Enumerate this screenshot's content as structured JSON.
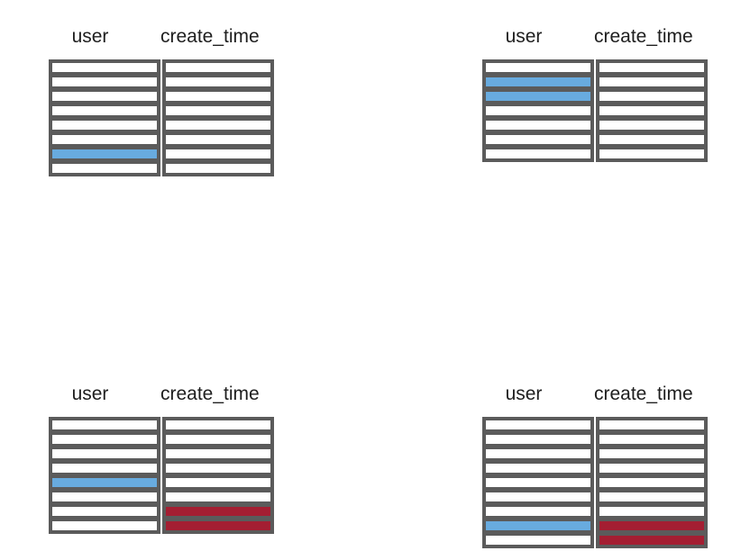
{
  "colors": {
    "background": "#ffffff",
    "frame": "#5b5b5b",
    "row_fill": "#ffffff",
    "highlight_blue": "#68abdf",
    "highlight_red": "#a41e32",
    "heading_text": "#1e1e1e"
  },
  "diagrams": [
    {
      "name": "top-left",
      "columns": [
        {
          "label": "user",
          "rows": [
            "white",
            "white",
            "white",
            "white",
            "white",
            "white",
            "blue",
            "white"
          ]
        },
        {
          "label": "create_time",
          "rows": [
            "white",
            "white",
            "white",
            "white",
            "white",
            "white",
            "white",
            "white"
          ]
        }
      ]
    },
    {
      "name": "top-right",
      "columns": [
        {
          "label": "user",
          "rows": [
            "white",
            "blue",
            "blue",
            "white",
            "white",
            "white",
            "white"
          ]
        },
        {
          "label": "create_time",
          "rows": [
            "white",
            "white",
            "white",
            "white",
            "white",
            "white",
            "white"
          ]
        }
      ]
    },
    {
      "name": "bottom-left",
      "columns": [
        {
          "label": "user",
          "rows": [
            "white",
            "white",
            "white",
            "white",
            "blue",
            "white",
            "white",
            "white"
          ]
        },
        {
          "label": "create_time",
          "rows": [
            "white",
            "white",
            "white",
            "white",
            "white",
            "white",
            "red",
            "red"
          ]
        }
      ]
    },
    {
      "name": "bottom-right",
      "columns": [
        {
          "label": "user",
          "rows": [
            "white",
            "white",
            "white",
            "white",
            "white",
            "white",
            "white",
            "blue",
            "white"
          ]
        },
        {
          "label": "create_time",
          "rows": [
            "white",
            "white",
            "white",
            "white",
            "white",
            "white",
            "white",
            "red",
            "red"
          ]
        }
      ]
    }
  ]
}
